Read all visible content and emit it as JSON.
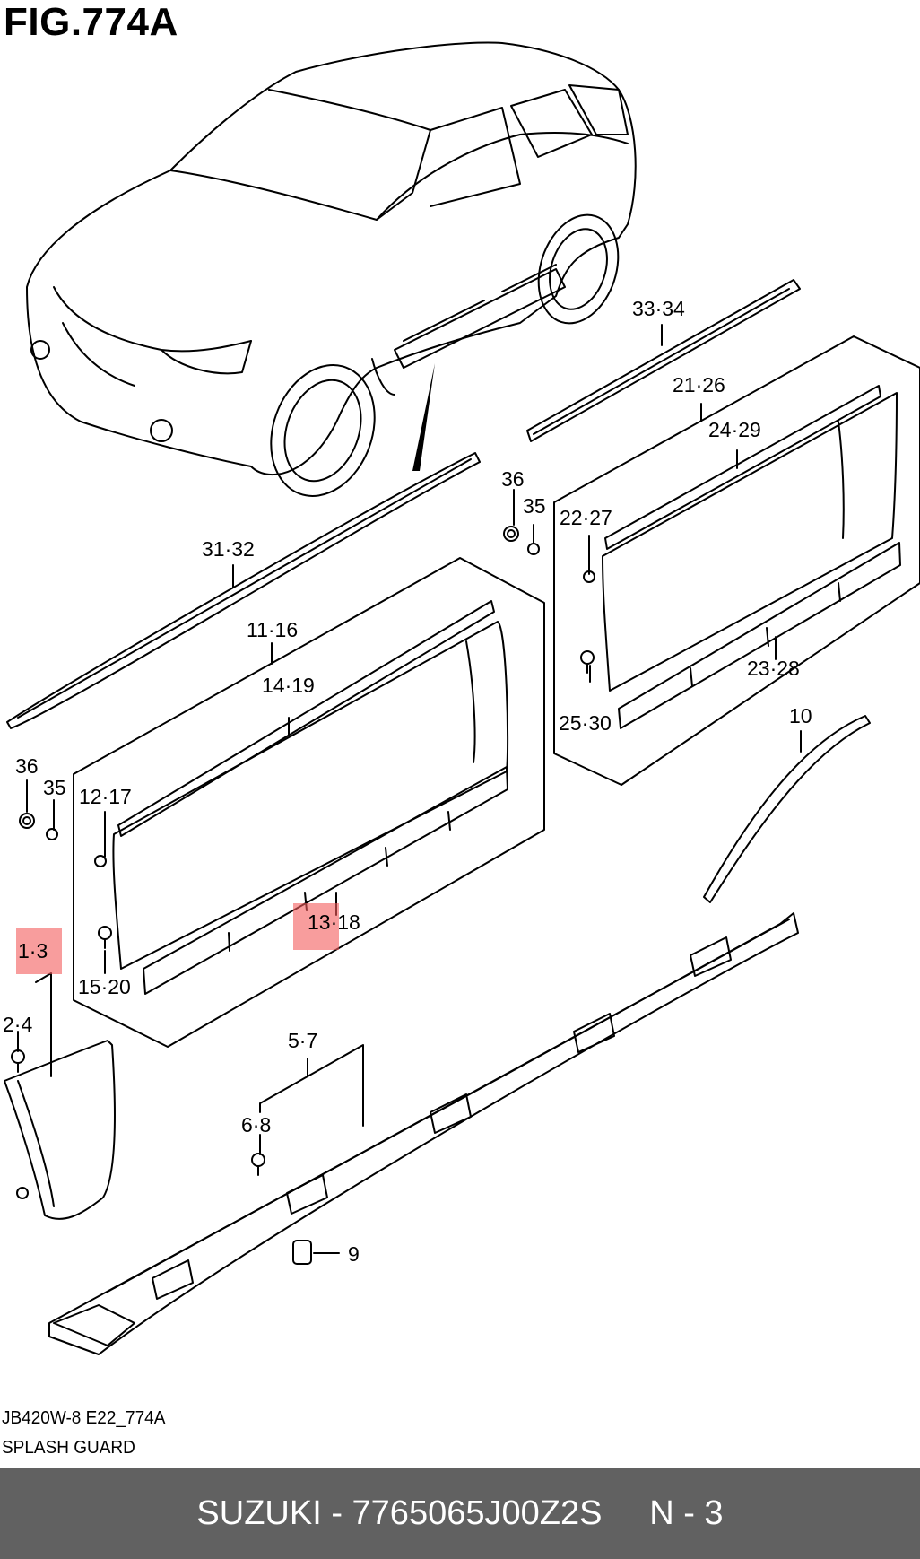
{
  "figure": {
    "title": "FIG.774A"
  },
  "callouts": {
    "c1": "33·34",
    "c2": "21·26",
    "c3": "24·29",
    "c4": "36",
    "c5": "35",
    "c6": "22·27",
    "c7": "31·32",
    "c8": "11·16",
    "c9": "14·19",
    "c10": "23·28",
    "c11": "25·30",
    "c12": "10",
    "c13": "36",
    "c14": "35",
    "c15": "12·17",
    "c16": "13·18",
    "c17": "15·20",
    "c18": "1·3",
    "c19": "2·4",
    "c20": "5·7",
    "c21": "6·8",
    "c22": "9"
  },
  "highlight_color": "#f45b5b",
  "footer": {
    "code": "JB420W-8 E22_774A",
    "name": "SPLASH GUARD"
  },
  "bar": {
    "text": "SUZUKI - 7765065J00Z2S     N - 3",
    "background": "#616161"
  }
}
